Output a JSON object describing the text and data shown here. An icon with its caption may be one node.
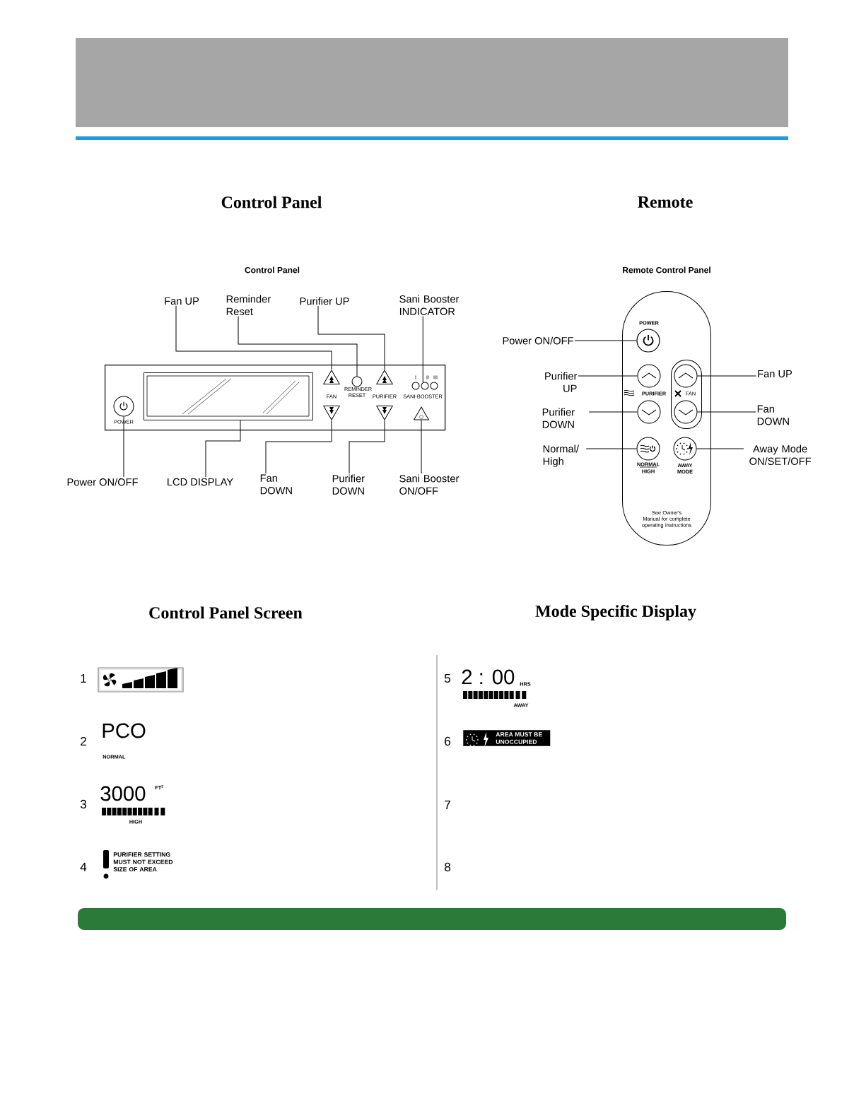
{
  "diagram": {
    "nodes": [
      {
        "text": [
          "Fan UP"
        ]
      },
      {
        "text": [
          "Reminder Reset"
        ]
      },
      {
        "text": [
          "Purifier UP"
        ]
      },
      {
        "text": [
          "Sani Booster INDICATOR"
        ]
      },
      {
        "text": [
          "Power ON/OFF"
        ]
      },
      {
        "text": [
          "LCD DISPLAY"
        ]
      },
      {
        "text": [
          "Fan DOWN"
        ]
      },
      {
        "text": [
          "Purifier DOWN"
        ]
      },
      {
        "text": [
          "Sani Booster ON/OFF"
        ]
      },
      {
        "text": [],
        "shape": "box"
      },
      {
        "text": [],
        "shape": "box",
        "in": 9
      },
      {
        "text": [],
        "shape": "circle",
        "beside": [
          "POWER"
        ],
        "in": 9
      },
      {
        "text": [],
        "shape": "triangle",
        "in": 9
      },
      {
        "text": [],
        "shape": "circle",
        "beside": [
          "REMINDER RESET"
        ],
        "in": 9
      },
      {
        "text": [],
        "shape": "triangle",
        "in": 9
      },
      {
        "text": [],
        "shape": "triangle",
        "in": 9
      },
      {
        "text": [],
        "shape": "triangle",
        "in": 9
      },
      {
        "text": [],
        "shape": "circle",
        "beside": [
          "I"
        ],
        "in": 9
      },
      {
        "text": [],
        "shape": "circle",
        "beside": [
          "II"
        ],
        "in": 9
      },
      {
        "text": [],
        "shape": "circle",
        "beside": [
          "III"
        ],
        "in": 9
      },
      {
        "text": [],
        "shape": "triangle",
        "in": 9
      },
      {
        "text": [
          "Power ON/OFF"
        ]
      },
      {
        "text": [
          "Purifier UP"
        ]
      },
      {
        "text": [
          "Purifier DOWN"
        ]
      },
      {
        "text": [
          "Normal/ High"
        ]
      },
      {
        "text": [
          "Fan UP"
        ]
      },
      {
        "text": [
          "Fan DOWN"
        ]
      },
      {
        "text": [
          "Away Mode ON/SET/OFF"
        ]
      },
      {
        "text": [],
        "shape": "box"
      },
      {
        "text": [],
        "shape": "circle",
        "beside": [
          "POWER"
        ],
        "in": 28
      },
      {
        "text": [],
        "shape": "circle",
        "in": 28
      },
      {
        "text": [],
        "shape": "circle",
        "in": 28
      },
      {
        "text": [],
        "shape": "box",
        "in": 28
      },
      {
        "text": [],
        "shape": "circle",
        "in": 32
      },
      {
        "text": [],
        "shape": "circle",
        "in": 32
      },
      {
        "text": [],
        "shape": "circle",
        "beside": [
          "NORMAL",
          "HIGH"
        ],
        "in": 28
      },
      {
        "text": [],
        "shape": "circle",
        "beside": [
          "AWAY MODE"
        ],
        "in": 28
      },
      {
        "text": [
          "AREA MUST BE UNOCCUPIED"
        ]
      }
    ],
    "edges": [
      {
        "from": 0,
        "to": 12,
        "arrow": "none"
      },
      {
        "from": 1,
        "to": 13,
        "arrow": "none"
      },
      {
        "from": 2,
        "to": 14,
        "arrow": "none"
      },
      {
        "from": 3,
        "to": 18,
        "arrow": "none"
      },
      {
        "from": 4,
        "to": 11,
        "arrow": "none"
      },
      {
        "from": 5,
        "to": 10,
        "arrow": "none"
      },
      {
        "from": 6,
        "to": 15,
        "arrow": "none"
      },
      {
        "from": 7,
        "to": 16,
        "arrow": "none"
      },
      {
        "from": 8,
        "to": 20,
        "arrow": "none"
      },
      {
        "from": 21,
        "to": 29,
        "arrow": "none"
      },
      {
        "from": 22,
        "to": 30,
        "arrow": "none"
      },
      {
        "from": 23,
        "to": 31,
        "arrow": "none"
      },
      {
        "from": 24,
        "to": 35,
        "arrow": "none"
      },
      {
        "from": 25,
        "to": 33,
        "arrow": "none"
      },
      {
        "from": 26,
        "to": 34,
        "arrow": "none"
      },
      {
        "from": 27,
        "to": 36,
        "arrow": "none"
      }
    ],
    "labels": [
      "Control Panel",
      "Remote",
      "Control Panel",
      "Remote Control Panel",
      "FAN",
      "PURIFIER",
      "SANI-BOOSTER",
      "PURIFIER",
      "FAN",
      "See Owner's Manual for complete operating instructions",
      "Control Panel Screen",
      "Mode Specific Display",
      "1",
      "5",
      "PCO",
      "2",
      "6",
      "NORMAL",
      "3000",
      "FT$^{2}$",
      "3",
      "7",
      "HIGH",
      "4",
      "PURIFIER SETTING MUST NOT EXCEED SIZE OF AREA",
      "8",
      "2 : 00",
      "HRS",
      "AWAY"
    ]
  }
}
